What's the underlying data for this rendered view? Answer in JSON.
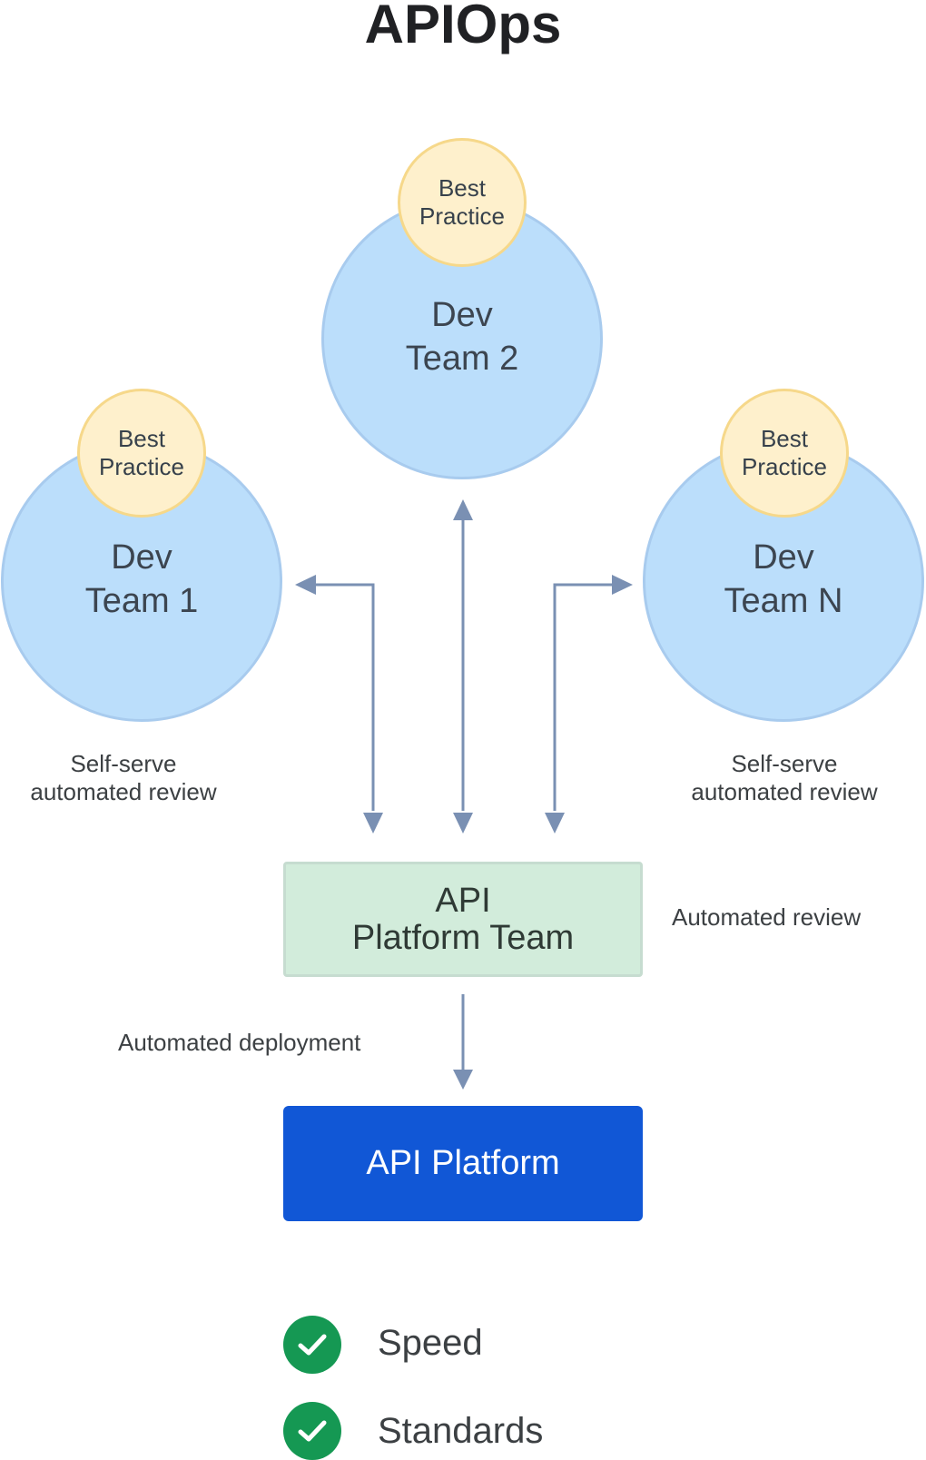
{
  "title": "APIOps",
  "teams": [
    {
      "name_line1": "Dev",
      "name_line2": "Team 1",
      "badge": "Best\nPractice"
    },
    {
      "name_line1": "Dev",
      "name_line2": "Team 2",
      "badge": "Best\nPractice"
    },
    {
      "name_line1": "Dev",
      "name_line2": "Team N",
      "badge": "Best\nPractice"
    }
  ],
  "notes": {
    "left": "Self-serve\nautomated review",
    "right": "Self-serve\nautomated review",
    "automated_review": "Automated review",
    "automated_deployment": "Automated deployment"
  },
  "platform_team": {
    "label": "API\nPlatform Team"
  },
  "platform": {
    "label": "API Platform"
  },
  "benefits": [
    {
      "label": "Speed",
      "icon": "check-circle-icon"
    },
    {
      "label": "Standards",
      "icon": "check-circle-icon"
    }
  ],
  "colors": {
    "team_circle": "#bbdefb",
    "badge": "#fef0cc",
    "platform_team_box": "#d2ecdb",
    "platform_box": "#1157d6",
    "arrow": "#7a90b3",
    "check": "#159853"
  }
}
